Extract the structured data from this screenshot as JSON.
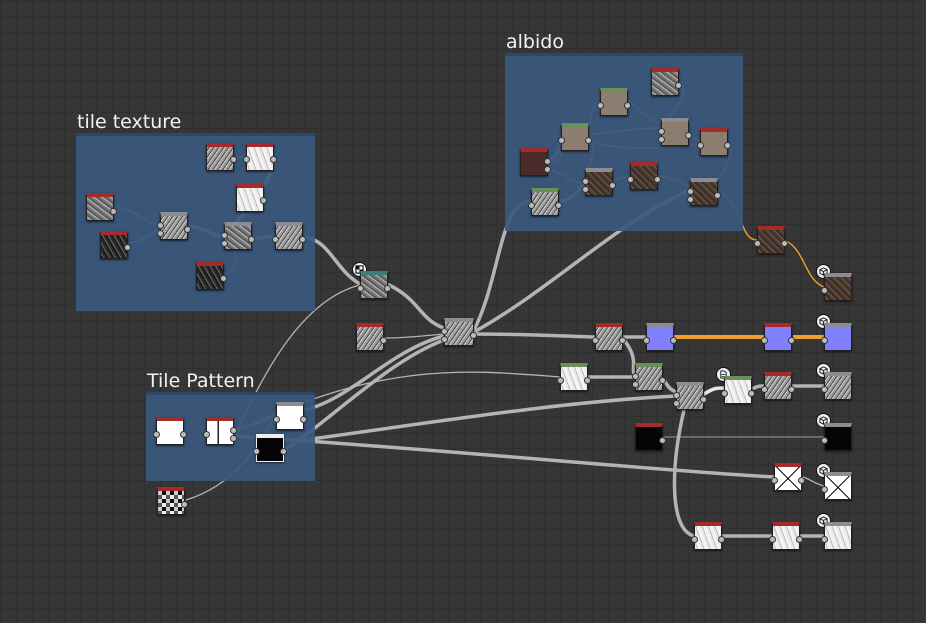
{
  "frames": {
    "tile_texture": "tile texture",
    "albido": "albido",
    "tile_pattern": "Tile Pattern"
  },
  "colors": {
    "grid_bg": "#363636",
    "frame_bg": "#3a587e",
    "wire_gray": "#b8b8b8",
    "wire_orange": "#f0a030",
    "node_header_red": "#a52a2a",
    "node_header_green": "#6b8f5a"
  },
  "icons": [
    "output-cube-icon",
    "pattern-badge-icon",
    "document-icon"
  ]
}
